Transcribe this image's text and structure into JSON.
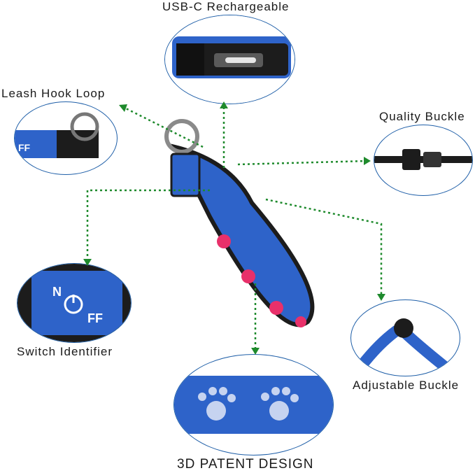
{
  "labels": {
    "usb": "USB-C Rechargeable",
    "leash": "Leash Hook Loop",
    "quality": "Quality Buckle",
    "switch": "Switch Identifier",
    "adjustable": "Adjustable Buckle",
    "patent": "3D PATENT DESIGN"
  },
  "switch_tag": {
    "left": "N",
    "right": "FF"
  },
  "colors": {
    "collar_blue": "#2e63c9",
    "paw_pink": "#e8306a",
    "arrow_green": "#1e8a2c",
    "bubble_border": "#1f5fa8"
  }
}
